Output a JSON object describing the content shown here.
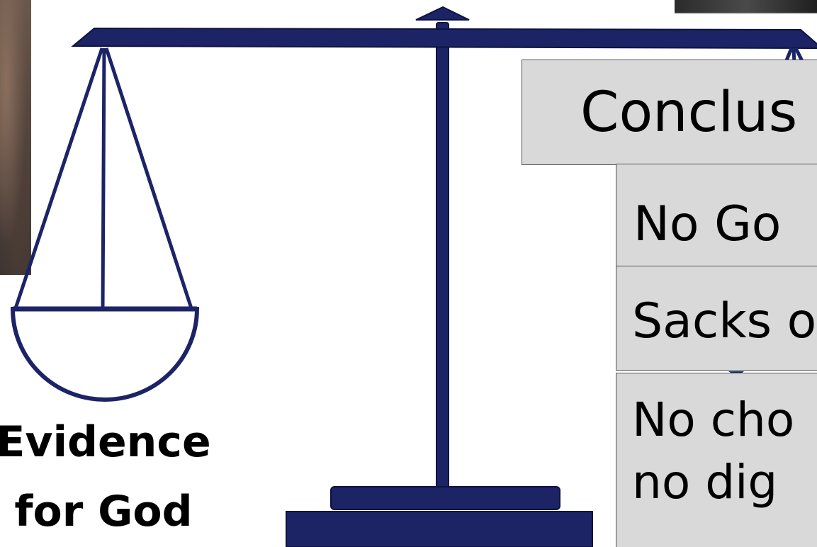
{
  "colors": {
    "scale": "#1c2466",
    "box_fill": "#d9d9d9",
    "box_border": "#555555",
    "text": "#000000"
  },
  "left_pan": {
    "label_line1": "Evidence",
    "label_line2": "for God"
  },
  "right_stack": {
    "conclusion": "Conclus",
    "item1": "No Go",
    "item2": "Sacks o",
    "item3_line1": "No cho",
    "item3_line2": "no dig"
  },
  "icons": [
    "balance-scale-icon"
  ]
}
